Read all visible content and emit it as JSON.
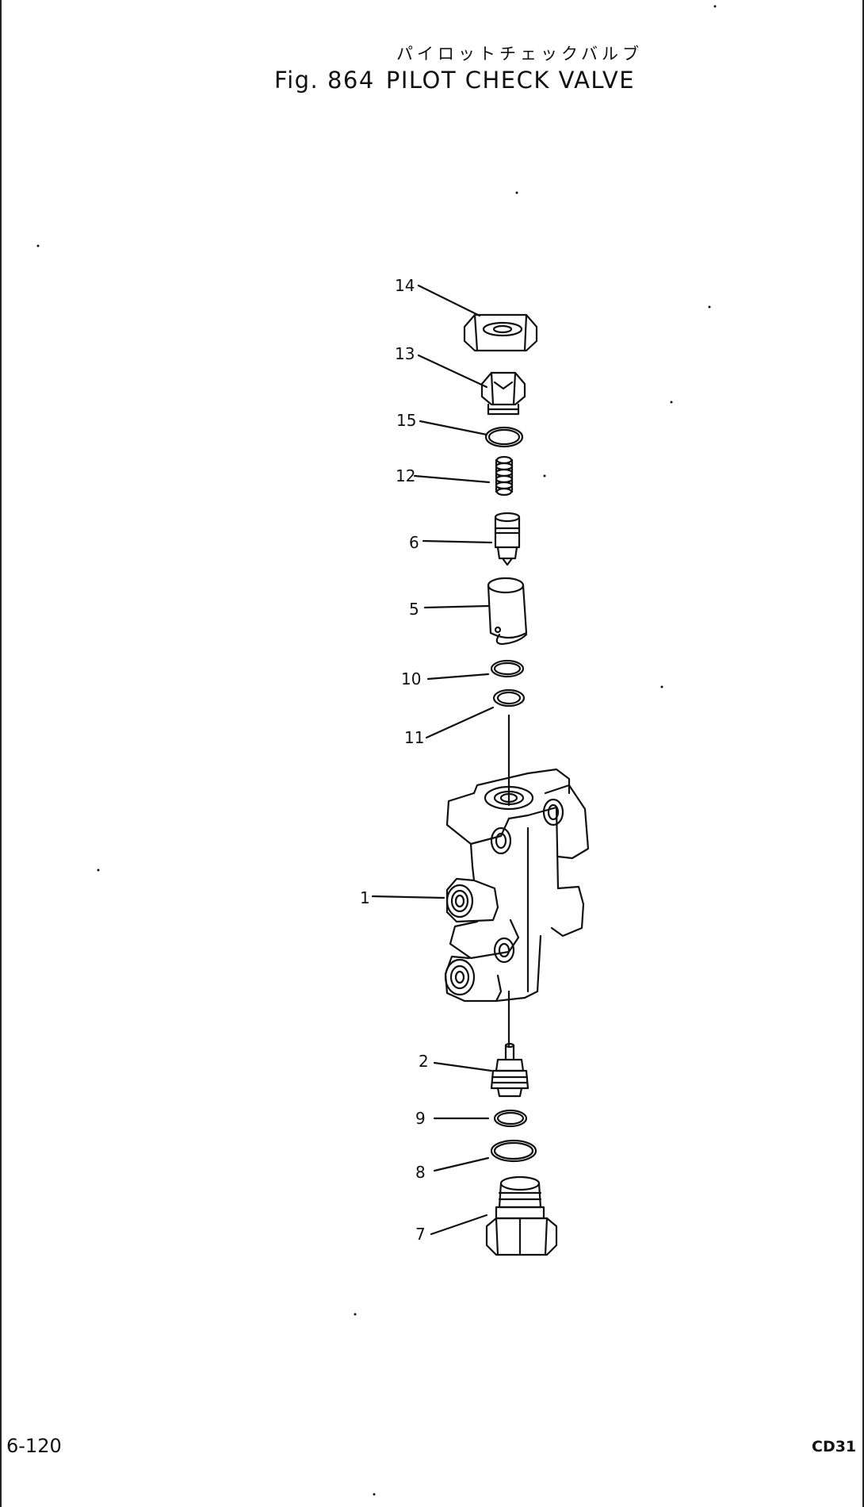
{
  "figure": {
    "title_japanese": "パイロットチェックバルブ",
    "fig_label": "Fig. 864",
    "title": "PILOT CHECK VALVE"
  },
  "callouts": [
    {
      "id": "callout-14",
      "label": "14"
    },
    {
      "id": "callout-13",
      "label": "13"
    },
    {
      "id": "callout-15",
      "label": "15"
    },
    {
      "id": "callout-12",
      "label": "12"
    },
    {
      "id": "callout-6",
      "label": "6"
    },
    {
      "id": "callout-5",
      "label": "5"
    },
    {
      "id": "callout-10",
      "label": "10"
    },
    {
      "id": "callout-11",
      "label": "11"
    },
    {
      "id": "callout-1",
      "label": "1"
    },
    {
      "id": "callout-2",
      "label": "2"
    },
    {
      "id": "callout-9",
      "label": "9"
    },
    {
      "id": "callout-8",
      "label": "8"
    },
    {
      "id": "callout-7",
      "label": "7"
    }
  ],
  "footer": {
    "page_number": "6-120",
    "code": "CD31"
  }
}
